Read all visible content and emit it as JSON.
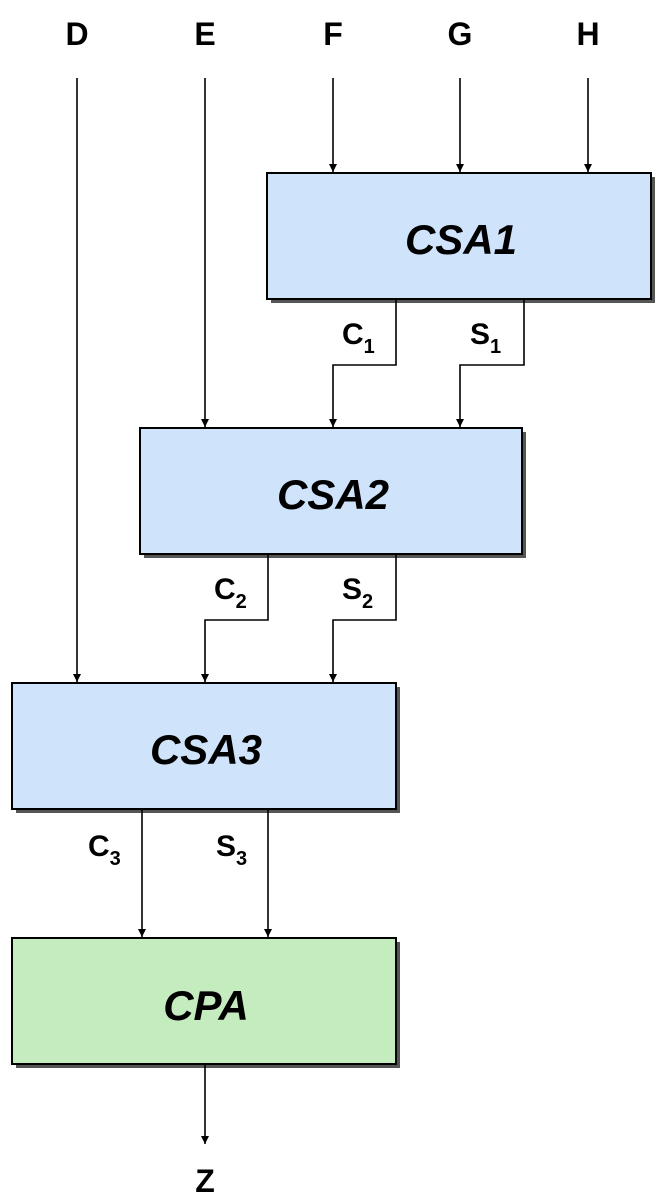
{
  "inputs": {
    "d": "D",
    "e": "E",
    "f": "F",
    "g": "G",
    "h": "H"
  },
  "blocks": {
    "csa1": {
      "label": "CSA1",
      "fill": "#cfe3fb"
    },
    "csa2": {
      "label": "CSA2",
      "fill": "#cfe3fb"
    },
    "csa3": {
      "label": "CSA3",
      "fill": "#cfe3fb"
    },
    "cpa": {
      "label": "CPA",
      "fill": "#c4ecbf"
    }
  },
  "signals": {
    "c1": {
      "base": "C",
      "sub": "1"
    },
    "s1": {
      "base": "S",
      "sub": "1"
    },
    "c2": {
      "base": "C",
      "sub": "2"
    },
    "s2": {
      "base": "S",
      "sub": "2"
    },
    "c3": {
      "base": "C",
      "sub": "3"
    },
    "s3": {
      "base": "S",
      "sub": "3"
    }
  },
  "output": {
    "z": "Z"
  }
}
